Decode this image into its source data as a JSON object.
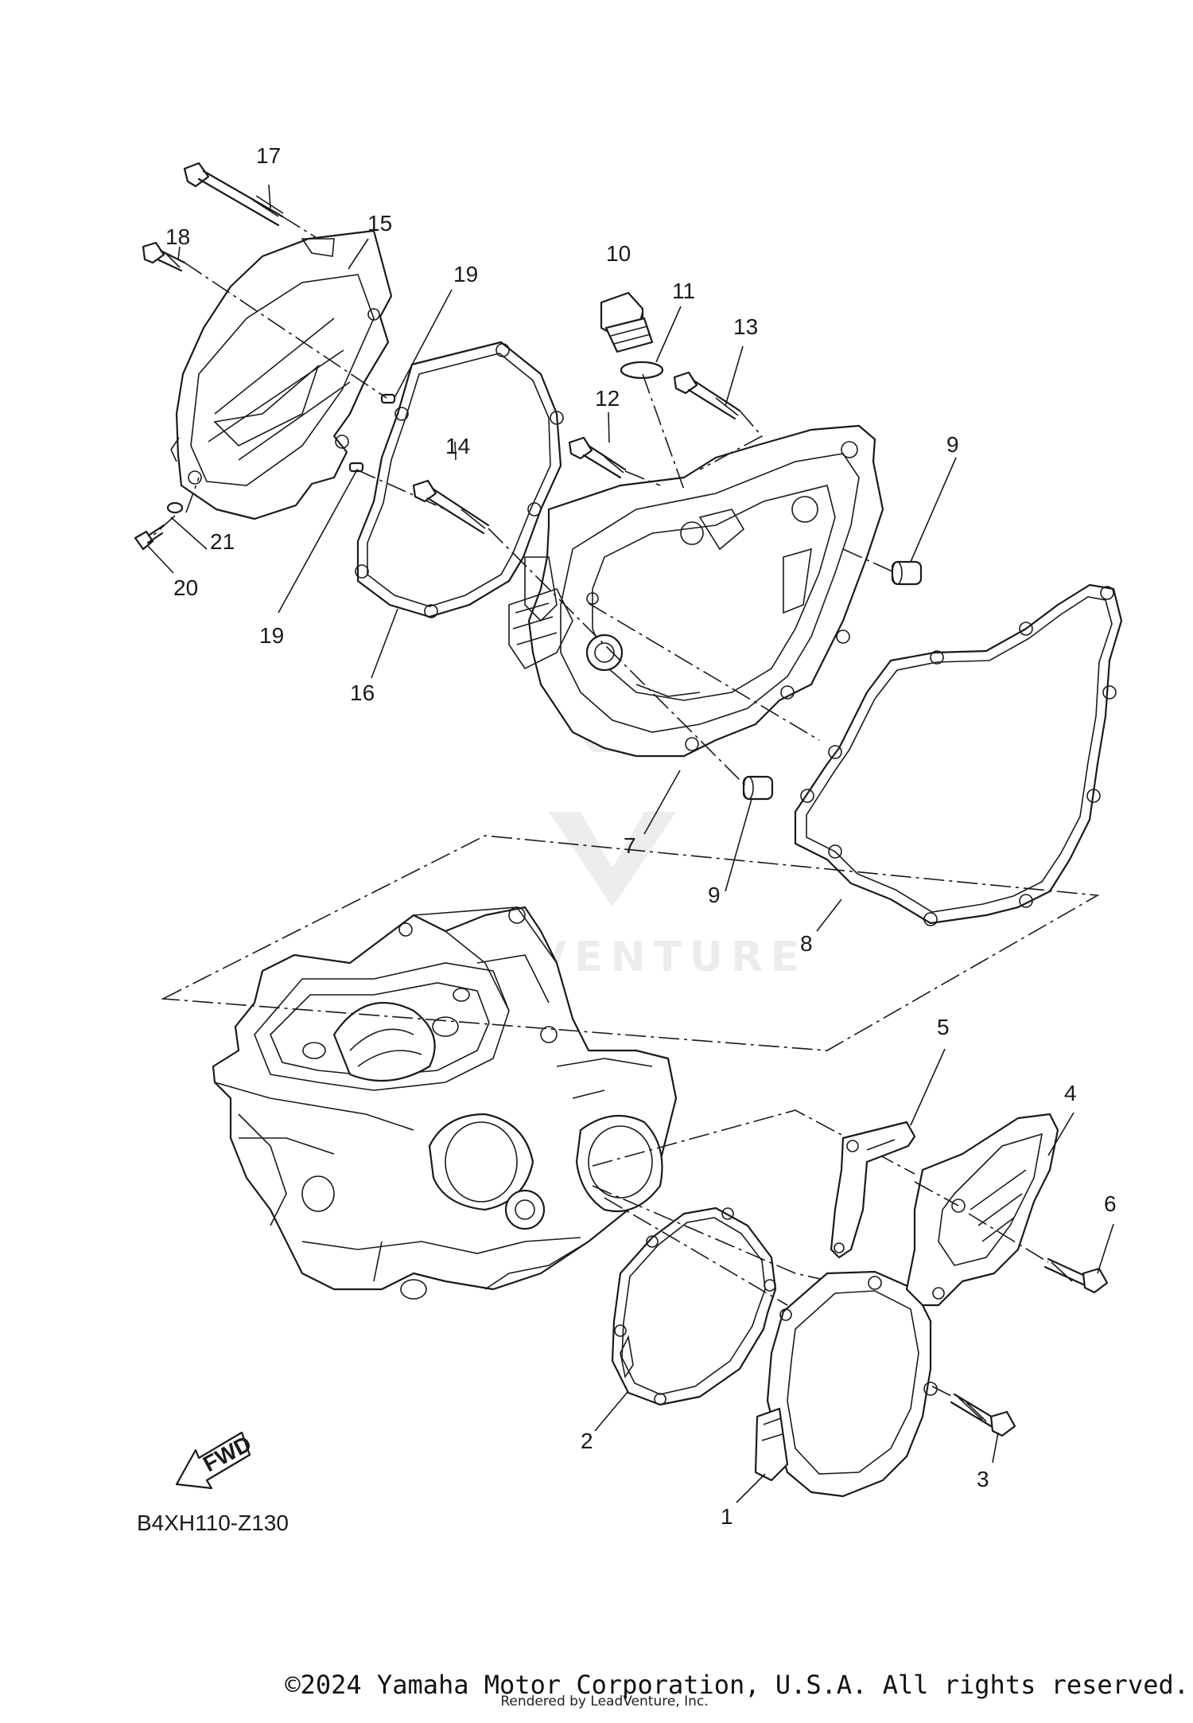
{
  "diagram": {
    "diagram_code": "B4XH110-Z130",
    "fwd_label": "FWD",
    "watermark": "LEADVENTURE",
    "callouts": [
      {
        "id": "c1",
        "text": "1"
      },
      {
        "id": "c2",
        "text": "2"
      },
      {
        "id": "c3",
        "text": "3"
      },
      {
        "id": "c4",
        "text": "4"
      },
      {
        "id": "c5",
        "text": "5"
      },
      {
        "id": "c6",
        "text": "6"
      },
      {
        "id": "c7",
        "text": "7"
      },
      {
        "id": "c8",
        "text": "8"
      },
      {
        "id": "c9a",
        "text": "9"
      },
      {
        "id": "c9b",
        "text": "9"
      },
      {
        "id": "c10",
        "text": "10"
      },
      {
        "id": "c11",
        "text": "11"
      },
      {
        "id": "c12",
        "text": "12"
      },
      {
        "id": "c13",
        "text": "13"
      },
      {
        "id": "c14",
        "text": "14"
      },
      {
        "id": "c15",
        "text": "15"
      },
      {
        "id": "c16",
        "text": "16"
      },
      {
        "id": "c17",
        "text": "17"
      },
      {
        "id": "c18",
        "text": "18"
      },
      {
        "id": "c19a",
        "text": "19"
      },
      {
        "id": "c19b",
        "text": "19"
      },
      {
        "id": "c20",
        "text": "20"
      },
      {
        "id": "c21",
        "text": "21"
      }
    ]
  },
  "footer": {
    "copyright": "©2024 Yamaha Motor Corporation, U.S.A. All rights reserved.",
    "rendered_by": "Rendered by LeadVenture, Inc."
  }
}
